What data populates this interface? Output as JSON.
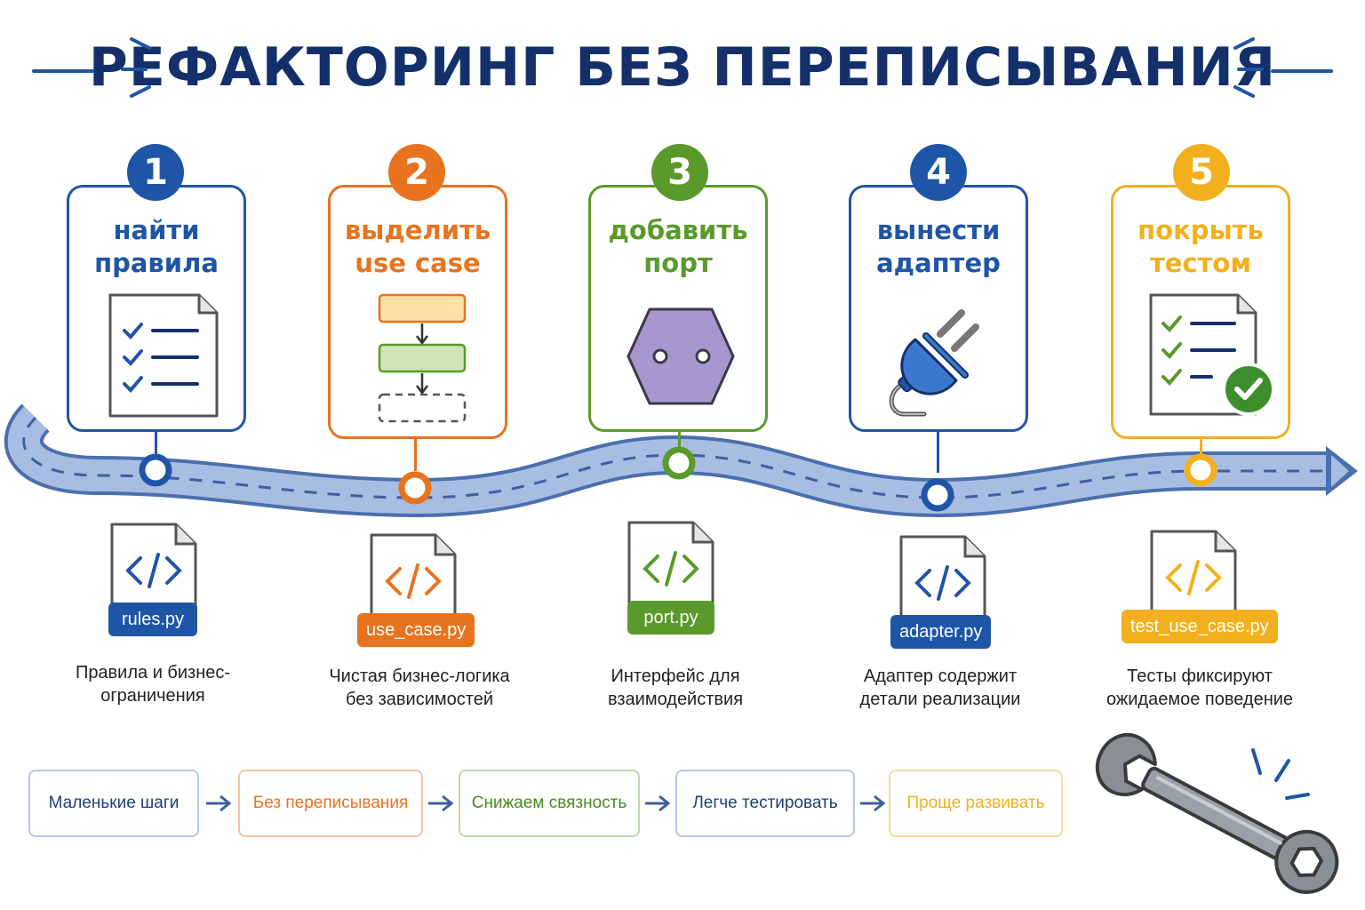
{
  "title": "РЕФАКТОРИНГ БЕЗ ПЕРЕПИСЫВАНИЯ",
  "colors": {
    "blue": "#1f55a6",
    "orange": "#e8731e",
    "green": "#5a9a2a",
    "yellow": "#f2b01e",
    "navy": "#14306b",
    "road": "#8fa9d6"
  },
  "steps": [
    {
      "num": "1",
      "title": "найти\nправила",
      "icon": "checklist-icon",
      "file": "rules.py",
      "desc": "Правила и бизнес-\nограничения"
    },
    {
      "num": "2",
      "title": "выделить\nuse case",
      "icon": "flowchart-icon",
      "file": "use_case.py",
      "desc": "Чистая бизнес-логика\nбез зависимостей"
    },
    {
      "num": "3",
      "title": "добавить\nпорт",
      "icon": "hexagon-port-icon",
      "file": "port.py",
      "desc": "Интерфейс для\nвзаимодействия"
    },
    {
      "num": "4",
      "title": "вынести\nадаптер",
      "icon": "plug-icon",
      "file": "adapter.py",
      "desc": "Адаптер содержит\nдетали реализации"
    },
    {
      "num": "5",
      "title": "покрыть\nтестом",
      "icon": "checklist-check-icon",
      "file": "test_use_case.py",
      "desc": "Тесты фиксируют\nожидаемое поведение"
    }
  ],
  "benefits": [
    "Маленькие шаги",
    "Без переписывания",
    "Снижаем связность",
    "Легче тестировать",
    "Проще развивать"
  ]
}
